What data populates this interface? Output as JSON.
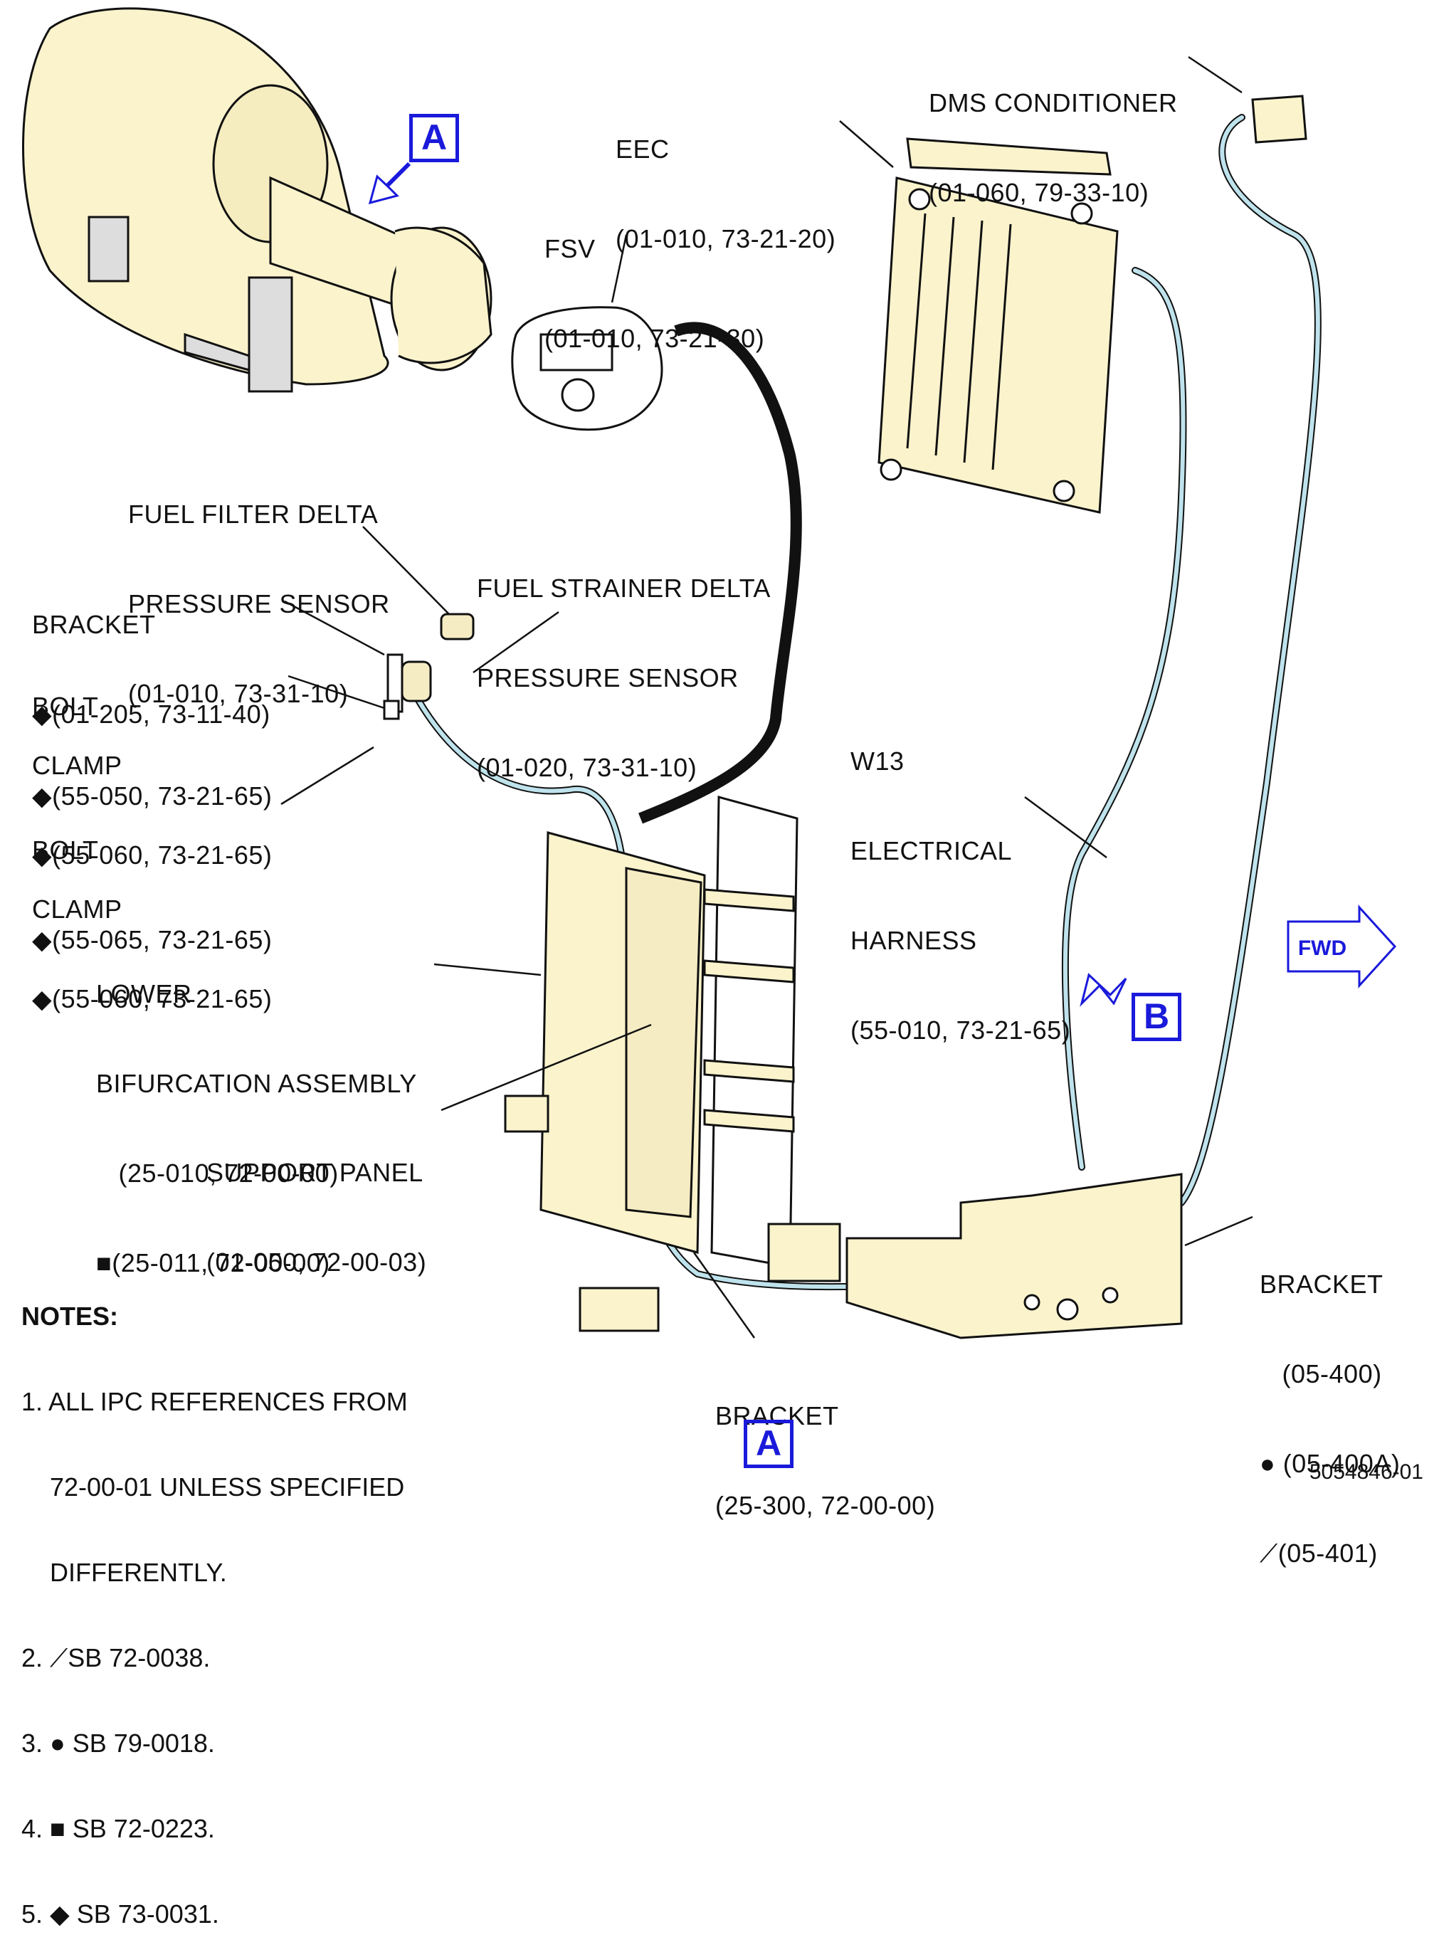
{
  "labels": {
    "dms": [
      "DMS CONDITIONER",
      "(01-060, 79-33-10)"
    ],
    "eec": [
      "EEC",
      "(01-010, 73-21-20)"
    ],
    "fsv": [
      "FSV",
      "(01-010, 73-21-30)"
    ],
    "fuel_filter": [
      "FUEL FILTER DELTA",
      "PRESSURE SENSOR",
      "(01-010, 73-31-10)"
    ],
    "fuel_strainer": [
      "FUEL STRAINER DELTA",
      "PRESSURE SENSOR",
      "(01-020, 73-31-10)"
    ],
    "bracket1": [
      "BRACKET",
      "◆(01-205, 73-11-40)"
    ],
    "bolt1": [
      "BOLT",
      "◆(55-050, 73-21-65)"
    ],
    "clamp1": [
      "CLAMP",
      "◆(55-060, 73-21-65)"
    ],
    "bolt2": [
      "BOLT",
      "◆(55-065, 73-21-65)"
    ],
    "clamp2": [
      "CLAMP",
      "◆(55-060, 73-21-65)"
    ],
    "w13": [
      "W13",
      "ELECTRICAL",
      "HARNESS",
      "(55-010, 73-21-65)"
    ],
    "lower_bif": [
      "LOWER",
      "BIFURCATION ASSEMBLY",
      "   (25-010, 72-00-00)",
      "■(25-011, 72-00-00)"
    ],
    "support_panel": [
      "SUPPORT PANEL",
      "(01-050, 72-00-03)"
    ],
    "bracket_bottom": [
      "BRACKET",
      "(25-300, 72-00-00)"
    ],
    "bracket_right": [
      "BRACKET",
      "   (05-400)",
      "● (05-400A)",
      "⟋(05-401)"
    ]
  },
  "notes": {
    "title": "NOTES:",
    "items": [
      "1. ALL IPC REFERENCES FROM",
      "    72-00-01 UNLESS SPECIFIED",
      "    DIFFERENTLY.",
      "2. ⟋SB 72-0038.",
      "3. ● SB 79-0018.",
      "4. ■ SB 72-0223.",
      "5. ◆ SB 73-0031."
    ]
  },
  "views": {
    "a_top": "A",
    "b": "B",
    "a_bottom": "A"
  },
  "fwd": "FWD",
  "doc_id": "5054846-01",
  "colors": {
    "engine_fill": "#faf3cc",
    "harness_blue": "#bfe3ec",
    "view_blue": "#1a1adb",
    "component_fill": "#f6ecc4"
  }
}
